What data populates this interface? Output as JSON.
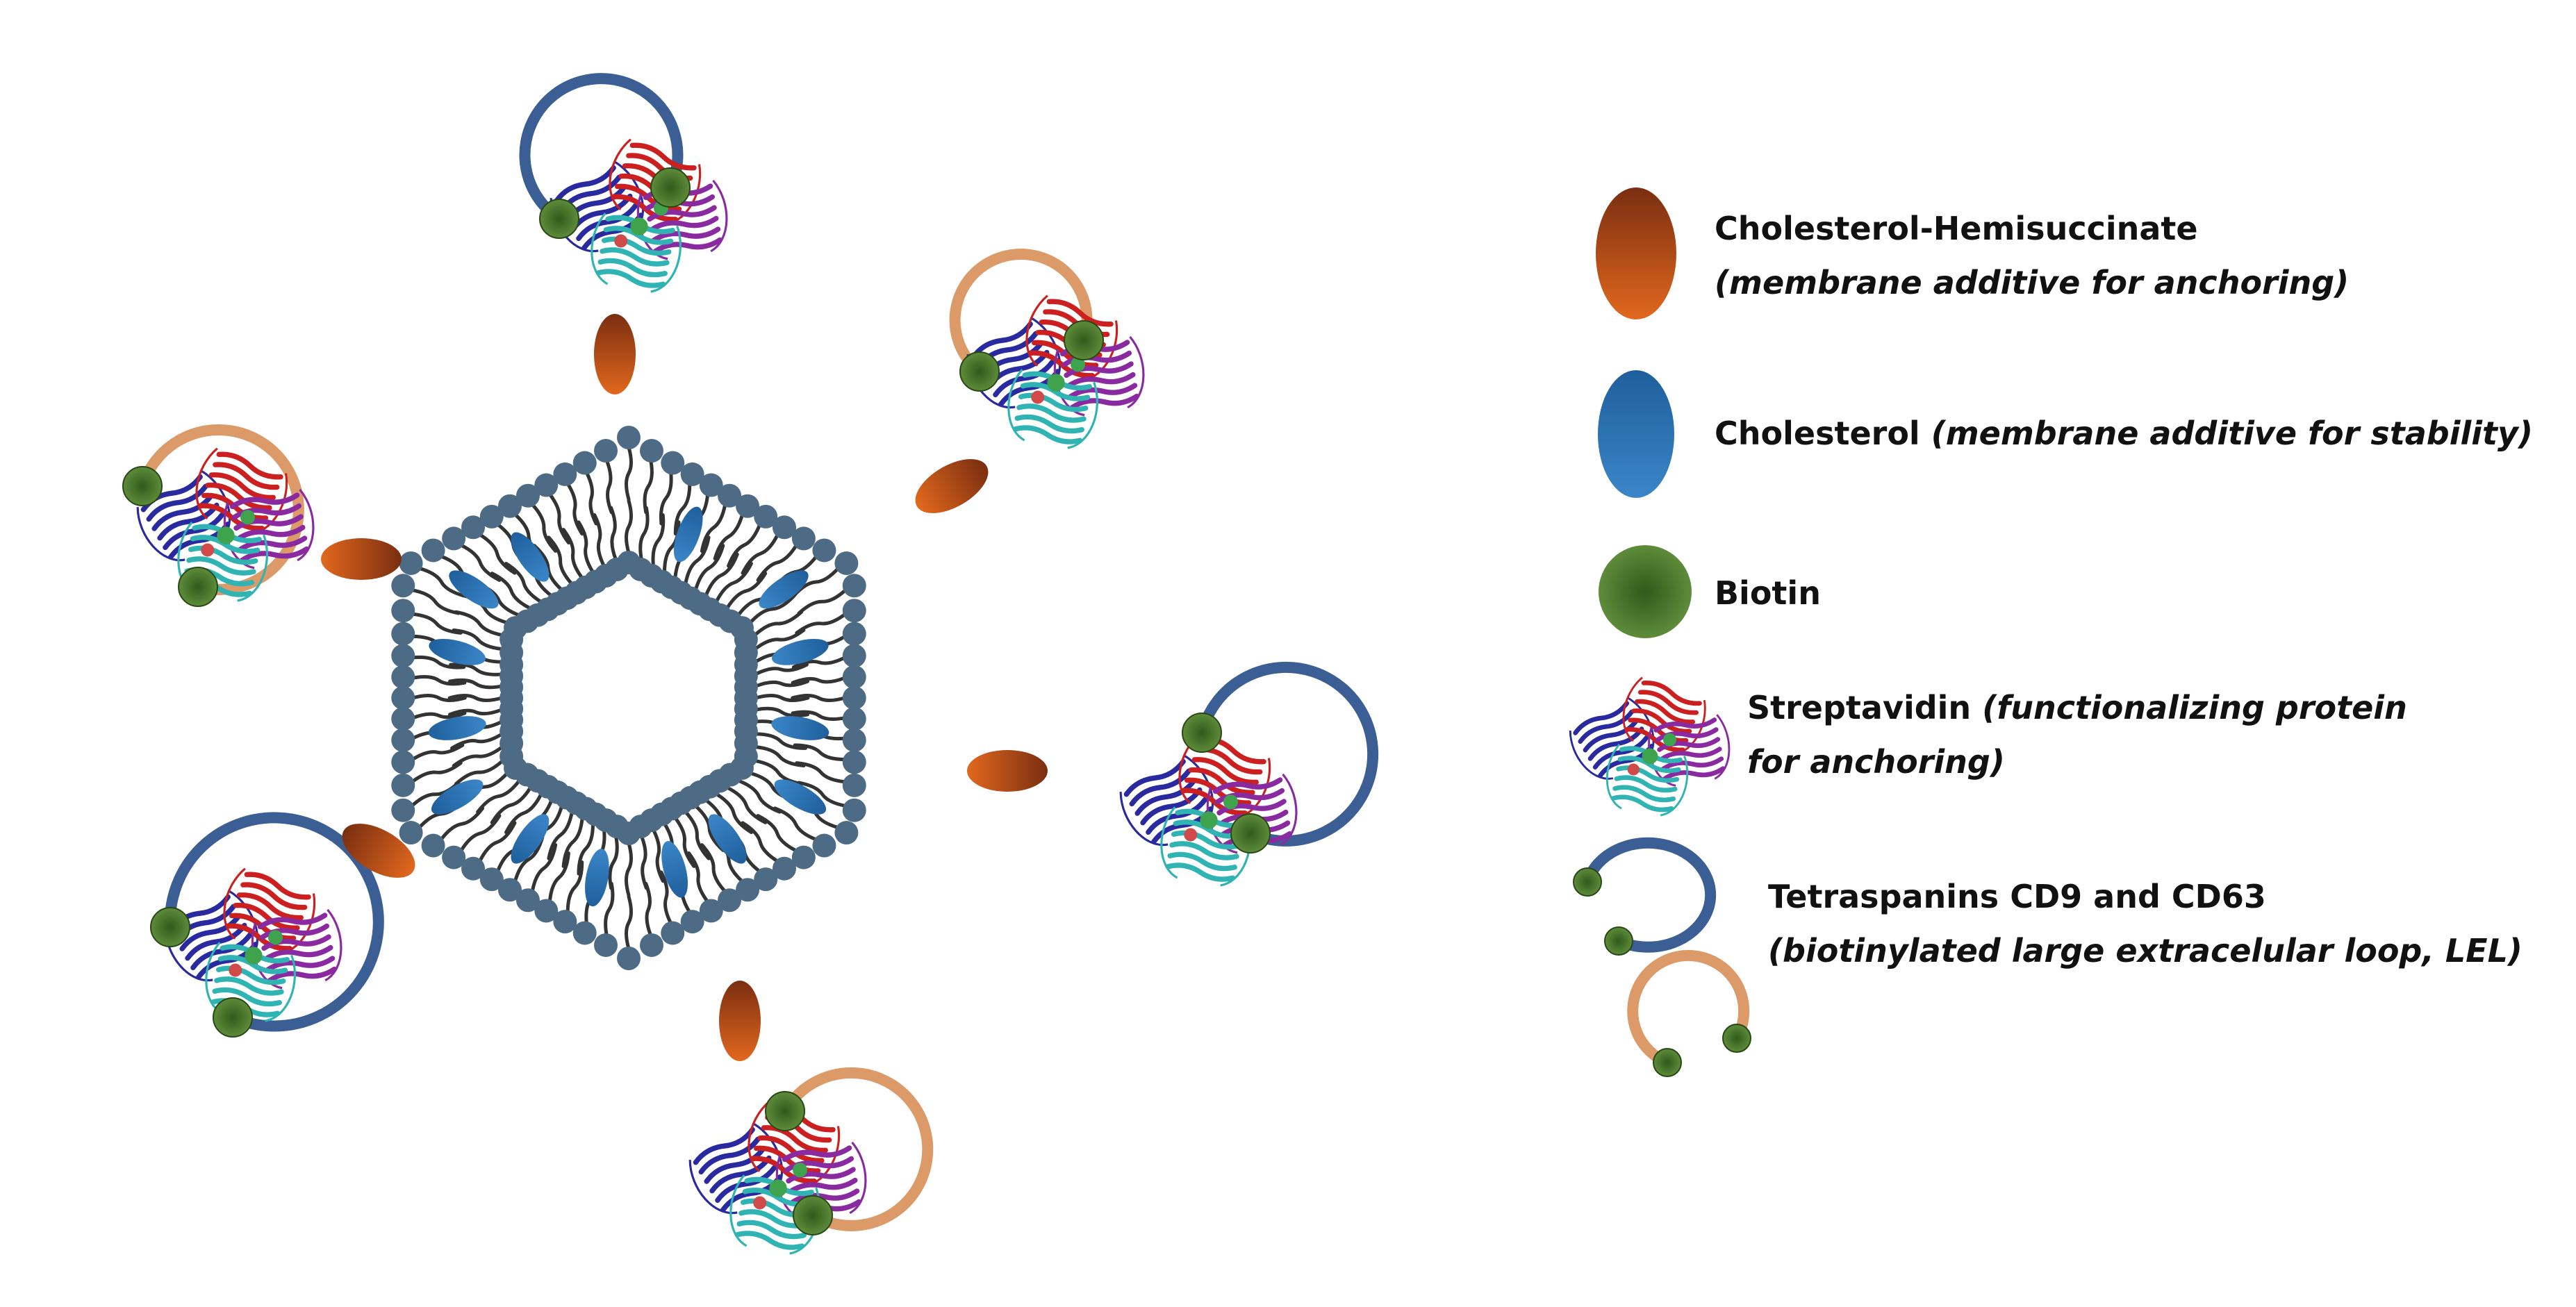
{
  "legend": {
    "hemisuccinate": {
      "name": "Cholesterol-Hemisuccinate",
      "role": "(membrane additive for anchoring)"
    },
    "cholesterol": {
      "name": "Cholesterol",
      "role": "(membrane additive for stability)"
    },
    "biotin": {
      "name": "Biotin"
    },
    "streptavidin": {
      "name": "Streptavidin",
      "role_line1": "(functionalizing protein",
      "role_line2": "for anchoring)"
    },
    "tetraspanins": {
      "name": "Tetraspanins CD9 and CD63",
      "role": "(biotinylated large extracelular loop, LEL)"
    }
  },
  "colors": {
    "hemisuccinate": "#c4541a",
    "cholesterol": "#2f74b5",
    "biotin": "#3f6b26",
    "lipid_head": "#4e6b86",
    "lipid_tail": "#333333",
    "loop_cd9": "#3b5f94",
    "loop_cd63": "#dc9a69",
    "protein_red": "#cc1f1f",
    "protein_blue": "#2a2aa0",
    "protein_purple": "#8a2aa0",
    "protein_cyan": "#2fb3b3"
  }
}
